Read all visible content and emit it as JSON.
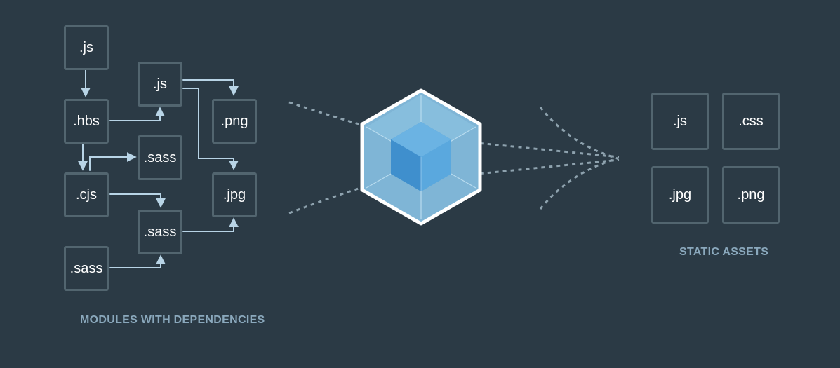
{
  "modules": {
    "caption": "MODULES WITH DEPENDENCIES",
    "nodes": {
      "js_top": ".js",
      "js_mid": ".js",
      "hbs": ".hbs",
      "png": ".png",
      "sass_a": ".sass",
      "cjs": ".cjs",
      "jpg": ".jpg",
      "sass_b": ".sass",
      "sass_c": ".sass"
    }
  },
  "assets": {
    "caption": "STATIC ASSETS",
    "items": [
      ".js",
      ".css",
      ".jpg",
      ".png"
    ]
  },
  "colors": {
    "background": "#2b3a45",
    "box_border": "#52656f",
    "connector": "#b8d4e6",
    "dashed": "#8ea2ae",
    "caption": "#8aa8bc",
    "cube_outer": "#8ed6fb",
    "cube_inner": "#1c78c0"
  },
  "icons": {
    "bundler": "cube-logo-icon"
  }
}
